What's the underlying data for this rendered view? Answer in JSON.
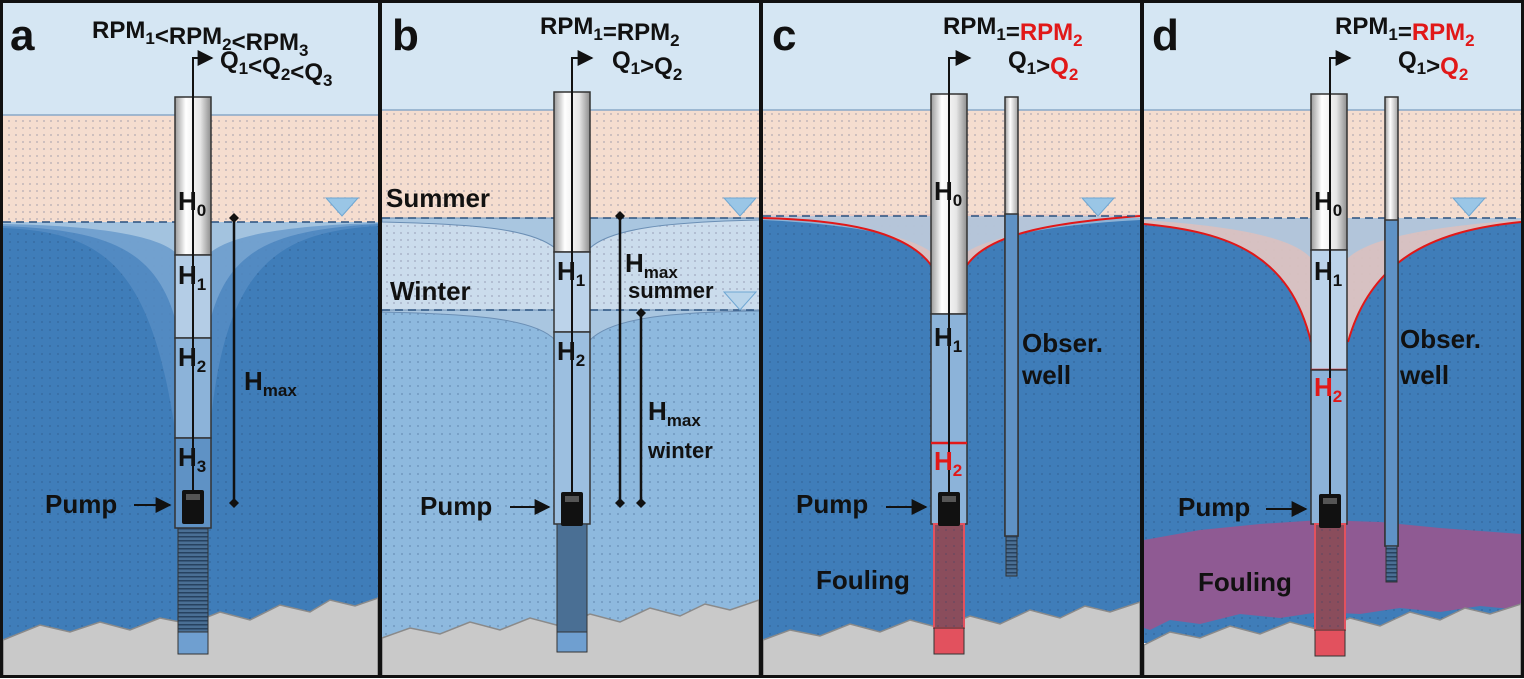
{
  "panels": [
    {
      "letter": "a",
      "eq1": [
        {
          "t": "RPM"
        },
        {
          "t": "1",
          "sub": true
        },
        {
          "t": "<RPM"
        },
        {
          "t": "2",
          "sub": true
        },
        {
          "t": "<RPM"
        },
        {
          "t": "3",
          "sub": true
        }
      ],
      "eq2": [
        {
          "t": "Q"
        },
        {
          "t": "1",
          "sub": true
        },
        {
          "t": "<Q"
        },
        {
          "t": "2",
          "sub": true
        },
        {
          "t": "<Q"
        },
        {
          "t": "3",
          "sub": true
        }
      ],
      "levels": [
        "H0",
        "H1",
        "H2",
        "H3"
      ],
      "hmax": [
        {
          "t": "H"
        },
        {
          "t": "max",
          "sub": true
        }
      ],
      "pump": "Pump"
    },
    {
      "letter": "b",
      "eq1": [
        {
          "t": "RPM"
        },
        {
          "t": "1",
          "sub": true
        },
        {
          "t": "=RPM"
        },
        {
          "t": "2",
          "sub": true
        }
      ],
      "eq2": [
        {
          "t": "Q"
        },
        {
          "t": "1",
          "sub": true
        },
        {
          "t": ">Q"
        },
        {
          "t": "2",
          "sub": true
        }
      ],
      "season_summer": "Summer",
      "season_winter": "Winter",
      "levels": [
        "H1",
        "H2"
      ],
      "hmax_summer": [
        {
          "t": "H"
        },
        {
          "t": "max",
          "sub": true
        }
      ],
      "hmax_summer_word": "summer",
      "hmax_winter": [
        {
          "t": "H"
        },
        {
          "t": "max",
          "sub": true
        }
      ],
      "hmax_winter_word": "winter",
      "pump": "Pump"
    },
    {
      "letter": "c",
      "eq1": [
        {
          "t": "RPM"
        },
        {
          "t": "1",
          "sub": true
        },
        {
          "t": "="
        },
        {
          "t": "RPM",
          "red": true
        },
        {
          "t": "2",
          "sub": true,
          "red": true
        }
      ],
      "eq2": [
        {
          "t": "Q"
        },
        {
          "t": "1",
          "sub": true
        },
        {
          "t": ">"
        },
        {
          "t": "Q",
          "red": true
        },
        {
          "t": "2",
          "sub": true,
          "red": true
        }
      ],
      "levels": [
        "H0",
        "H1",
        "H2"
      ],
      "obs1": "Obser.",
      "obs2": "well",
      "pump": "Pump",
      "fouling": "Fouling"
    },
    {
      "letter": "d",
      "eq1": [
        {
          "t": "RPM"
        },
        {
          "t": "1",
          "sub": true
        },
        {
          "t": "="
        },
        {
          "t": "RPM",
          "red": true
        },
        {
          "t": "2",
          "sub": true,
          "red": true
        }
      ],
      "eq2": [
        {
          "t": "Q"
        },
        {
          "t": "1",
          "sub": true
        },
        {
          "t": ">"
        },
        {
          "t": "Q",
          "red": true
        },
        {
          "t": "2",
          "sub": true,
          "red": true
        }
      ],
      "levels": [
        "H0",
        "H1",
        "H2"
      ],
      "obs1": "Obser.",
      "obs2": "well",
      "pump": "Pump",
      "fouling": "Fouling"
    }
  ],
  "colors": {
    "sky": "#d5e6f3",
    "soil": "#f5ddcf",
    "water_dark": "#3f7db9",
    "water_light": "#8eb9de",
    "cone": "#a9c6e0",
    "bedrock": "#c9c9c9",
    "casing": "#e3e3e3",
    "screen": "#3f6488",
    "fouling_red": "#e2515e",
    "fouling_purple": "#8f5a93",
    "accent_red": "#e11818",
    "frame": "#111111"
  }
}
